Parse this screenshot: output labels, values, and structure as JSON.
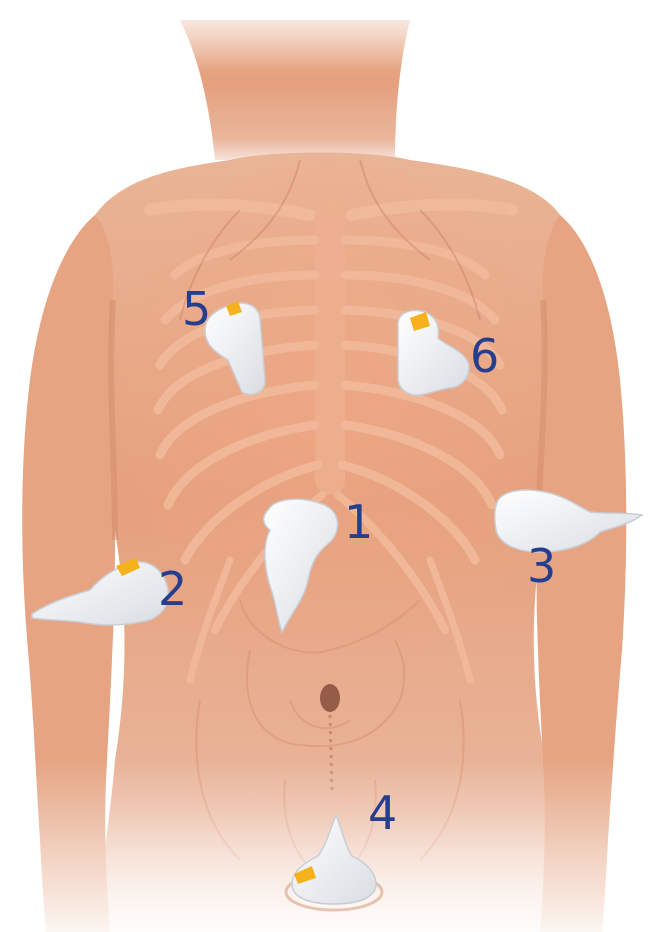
{
  "colors": {
    "background": "#ffffff",
    "skin": "#e6a483",
    "skin_shadow": "#c9825f",
    "ribs": "#f0b696",
    "probe_body": "#f4f5f7",
    "probe_marker": "#f6b21c",
    "label_color": "#253f8e"
  },
  "probe_positions": [
    {
      "number": "1",
      "icon": "ultrasound-probe-icon",
      "region": "subxiphoid"
    },
    {
      "number": "2",
      "icon": "ultrasound-probe-icon",
      "region": "right-flank"
    },
    {
      "number": "3",
      "icon": "ultrasound-probe-icon",
      "region": "left-flank"
    },
    {
      "number": "4",
      "icon": "ultrasound-probe-icon",
      "region": "suprapubic"
    },
    {
      "number": "5",
      "icon": "ultrasound-probe-icon",
      "region": "right-anterior-chest"
    },
    {
      "number": "6",
      "icon": "ultrasound-probe-icon",
      "region": "left-anterior-chest"
    }
  ]
}
